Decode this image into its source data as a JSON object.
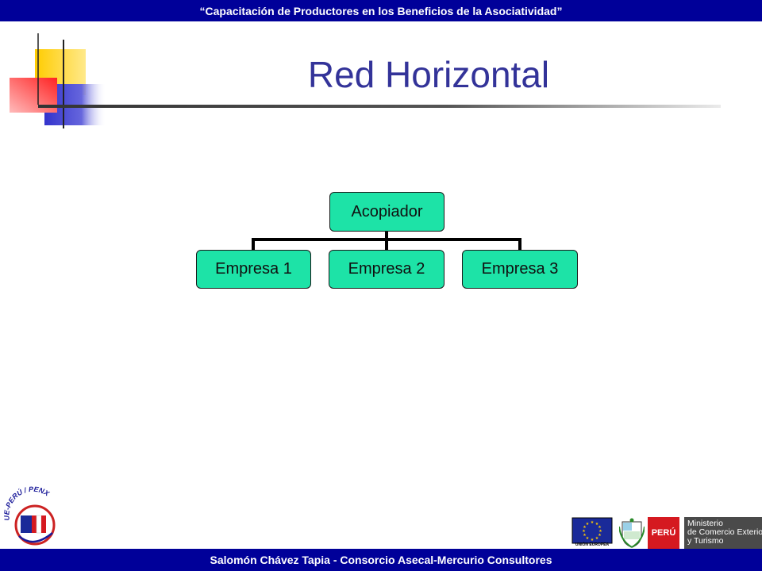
{
  "header": {
    "text": "“Capacitación de Productores en los Beneficios de la Asociatividad”"
  },
  "footer": {
    "text": "Salomón Chávez Tapia - Consorcio Asecal-Mercurio Consultores"
  },
  "slide": {
    "title": "Red Horizontal"
  },
  "diagram": {
    "root": "Acopiador",
    "children": [
      "Empresa 1",
      "Empresa 2",
      "Empresa 3"
    ]
  },
  "logos": {
    "left_logo_text": "UE-PERÚ / PENX",
    "eu_caption": "UNIÓN EUROPEA",
    "peru_label": "PERÚ",
    "ministry_text": "Ministerio\nde Comercio Exterior\ny Turismo"
  },
  "colors": {
    "bar": "#000099",
    "title": "#333399",
    "node_fill": "#1de3a7",
    "deco_yellow": "#ffcc00",
    "deco_red": "#ff3333",
    "deco_blue": "#3333cc"
  }
}
